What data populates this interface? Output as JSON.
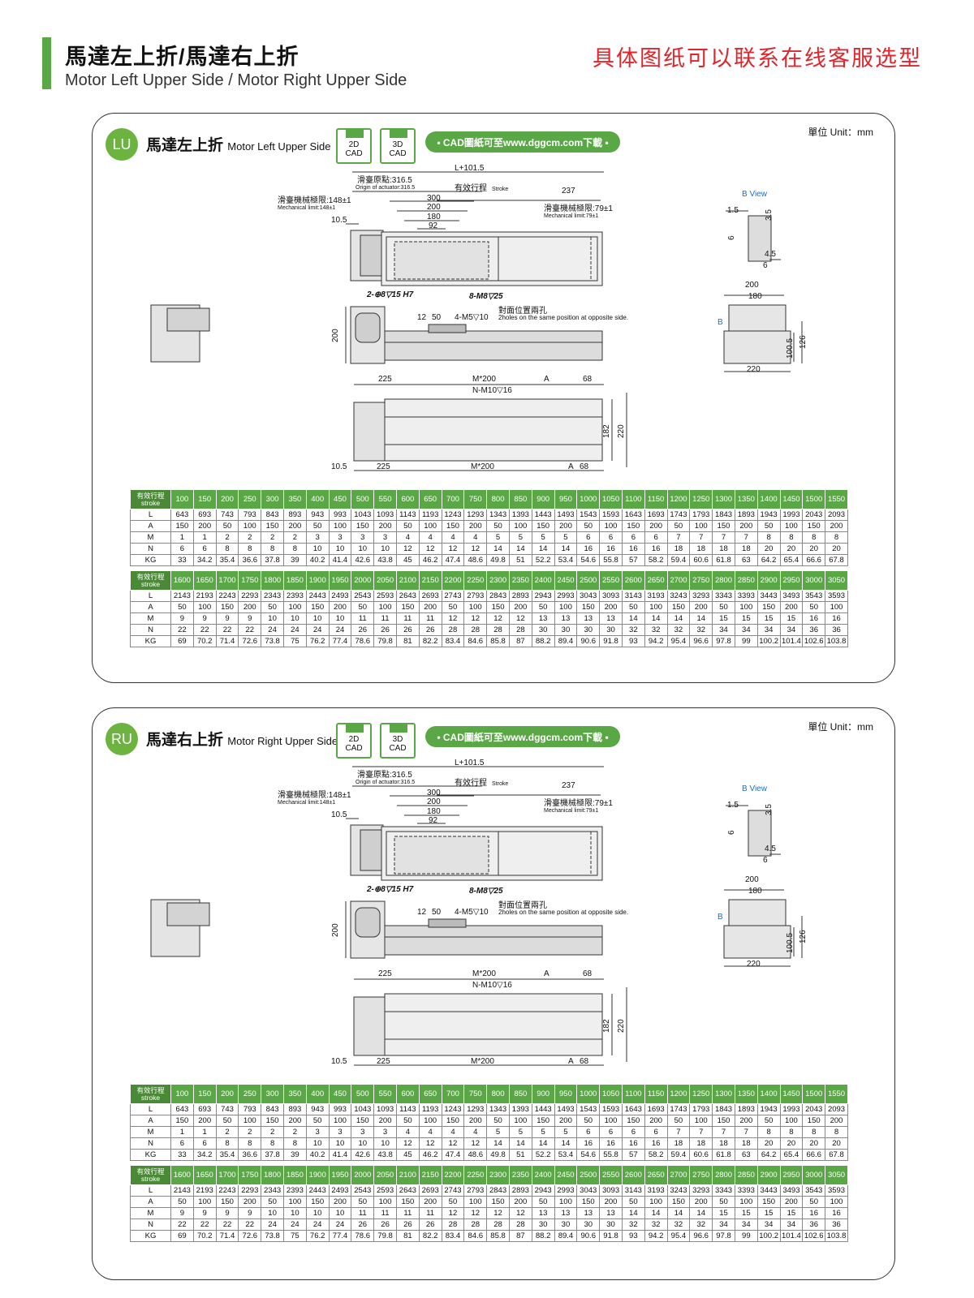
{
  "header": {
    "title": "馬達左上折/馬達右上折",
    "subtitle": "Motor Left Upper Side / Motor Right Upper Side",
    "notice": "具体图纸可以联系在线客服选型"
  },
  "panels": [
    {
      "badge": "LU",
      "title_cn": "馬達左上折",
      "title_en": "Motor Left Upper Side"
    },
    {
      "badge": "RU",
      "title_cn": "馬達右上折",
      "title_en": "Motor Right Upper Side"
    }
  ],
  "cad": {
    "c2d": "2D",
    "c3d": "3D",
    "cad": "CAD",
    "download": "• CAD圖紙可至www.dggcm.com下載 •"
  },
  "unit": "單位 Unit：mm",
  "dims": {
    "L": "L+101.5",
    "origin_cn": "滑臺原點:316.5",
    "origin_en": "Origin of actuator:316.5",
    "stroke_cn": "有效行程",
    "stroke_en": "Stroke",
    "d237": "237",
    "mech_l_cn": "滑臺機械極限:148±1",
    "mech_l_en": "Mechanical limit:148±1",
    "mech_r_cn": "滑臺機械極限:79±1",
    "mech_r_en": "Mechanical limit:79±1",
    "d300": "300",
    "d200": "200",
    "d180": "180",
    "d92": "92",
    "d10_5": "10.5",
    "hole1": "2-⊕8▽15 H7",
    "hole2": "8-M8▽25",
    "d12": "12",
    "d50": "50",
    "m5": "4-M5▽10",
    "opp_cn": "對面位置兩孔",
    "opp_en": "2holes on the same position at opposite side.",
    "d225": "225",
    "m200": "M*200",
    "dA": "A",
    "d68": "68",
    "n_m10": "N-M10▽16",
    "d182": "182",
    "d220": "220",
    "bview": "B  View",
    "b15": "1.5",
    "b35": "3.5",
    "b6": "6",
    "b45": "4.5",
    "b6b": "6",
    "e200": "200",
    "e180": "180",
    "eB": "B",
    "e1005": "100.5",
    "e126": "126",
    "e220": "220"
  },
  "table": {
    "lbl_cn": "有效行程",
    "lbl_en": "stroke",
    "rows": [
      "L",
      "A",
      "M",
      "N",
      "KG"
    ],
    "part1": {
      "stroke": [
        "100",
        "150",
        "200",
        "250",
        "300",
        "350",
        "400",
        "450",
        "500",
        "550",
        "600",
        "650",
        "700",
        "750",
        "800",
        "850",
        "900",
        "950",
        "1000",
        "1050",
        "1100",
        "1150",
        "1200",
        "1250",
        "1300",
        "1350",
        "1400",
        "1450",
        "1500",
        "1550"
      ],
      "L": [
        "643",
        "693",
        "743",
        "793",
        "843",
        "893",
        "943",
        "993",
        "1043",
        "1093",
        "1143",
        "1193",
        "1243",
        "1293",
        "1343",
        "1393",
        "1443",
        "1493",
        "1543",
        "1593",
        "1643",
        "1693",
        "1743",
        "1793",
        "1843",
        "1893",
        "1943",
        "1993",
        "2043",
        "2093"
      ],
      "A": [
        "150",
        "200",
        "50",
        "100",
        "150",
        "200",
        "50",
        "100",
        "150",
        "200",
        "50",
        "100",
        "150",
        "200",
        "50",
        "100",
        "150",
        "200",
        "50",
        "100",
        "150",
        "200",
        "50",
        "100",
        "150",
        "200",
        "50",
        "100",
        "150",
        "200"
      ],
      "M": [
        "1",
        "1",
        "2",
        "2",
        "2",
        "2",
        "3",
        "3",
        "3",
        "3",
        "4",
        "4",
        "4",
        "4",
        "5",
        "5",
        "5",
        "5",
        "6",
        "6",
        "6",
        "6",
        "7",
        "7",
        "7",
        "7",
        "8",
        "8",
        "8",
        "8"
      ],
      "N": [
        "6",
        "6",
        "8",
        "8",
        "8",
        "8",
        "10",
        "10",
        "10",
        "10",
        "12",
        "12",
        "12",
        "12",
        "14",
        "14",
        "14",
        "14",
        "16",
        "16",
        "16",
        "16",
        "18",
        "18",
        "18",
        "18",
        "20",
        "20",
        "20",
        "20"
      ],
      "KG": [
        "33",
        "34.2",
        "35.4",
        "36.6",
        "37.8",
        "39",
        "40.2",
        "41.4",
        "42.6",
        "43.8",
        "45",
        "46.2",
        "47.4",
        "48.6",
        "49.8",
        "51",
        "52.2",
        "53.4",
        "54.6",
        "55.8",
        "57",
        "58.2",
        "59.4",
        "60.6",
        "61.8",
        "63",
        "64.2",
        "65.4",
        "66.6",
        "67.8"
      ]
    },
    "part2": {
      "stroke": [
        "1600",
        "1650",
        "1700",
        "1750",
        "1800",
        "1850",
        "1900",
        "1950",
        "2000",
        "2050",
        "2100",
        "2150",
        "2200",
        "2250",
        "2300",
        "2350",
        "2400",
        "2450",
        "2500",
        "2550",
        "2600",
        "2650",
        "2700",
        "2750",
        "2800",
        "2850",
        "2900",
        "2950",
        "3000",
        "3050"
      ],
      "L": [
        "2143",
        "2193",
        "2243",
        "2293",
        "2343",
        "2393",
        "2443",
        "2493",
        "2543",
        "2593",
        "2643",
        "2693",
        "2743",
        "2793",
        "2843",
        "2893",
        "2943",
        "2993",
        "3043",
        "3093",
        "3143",
        "3193",
        "3243",
        "3293",
        "3343",
        "3393",
        "3443",
        "3493",
        "3543",
        "3593"
      ],
      "A": [
        "50",
        "100",
        "150",
        "200",
        "50",
        "100",
        "150",
        "200",
        "50",
        "100",
        "150",
        "200",
        "50",
        "100",
        "150",
        "200",
        "50",
        "100",
        "150",
        "200",
        "50",
        "100",
        "150",
        "200",
        "50",
        "100",
        "150",
        "200",
        "50",
        "100"
      ],
      "M": [
        "9",
        "9",
        "9",
        "9",
        "10",
        "10",
        "10",
        "10",
        "11",
        "11",
        "11",
        "11",
        "12",
        "12",
        "12",
        "12",
        "13",
        "13",
        "13",
        "13",
        "14",
        "14",
        "14",
        "14",
        "15",
        "15",
        "15",
        "15",
        "16",
        "16"
      ],
      "N": [
        "22",
        "22",
        "22",
        "22",
        "24",
        "24",
        "24",
        "24",
        "26",
        "26",
        "26",
        "26",
        "28",
        "28",
        "28",
        "28",
        "30",
        "30",
        "30",
        "30",
        "32",
        "32",
        "32",
        "32",
        "34",
        "34",
        "34",
        "34",
        "36",
        "36"
      ],
      "KG": [
        "69",
        "70.2",
        "71.4",
        "72.6",
        "73.8",
        "75",
        "76.2",
        "77.4",
        "78.6",
        "79.8",
        "81",
        "82.2",
        "83.4",
        "84.6",
        "85.8",
        "87",
        "88.2",
        "89.4",
        "90.6",
        "91.8",
        "93",
        "94.2",
        "95.4",
        "96.6",
        "97.8",
        "99",
        "100.2",
        "101.4",
        "102.6",
        "103.8"
      ]
    }
  }
}
